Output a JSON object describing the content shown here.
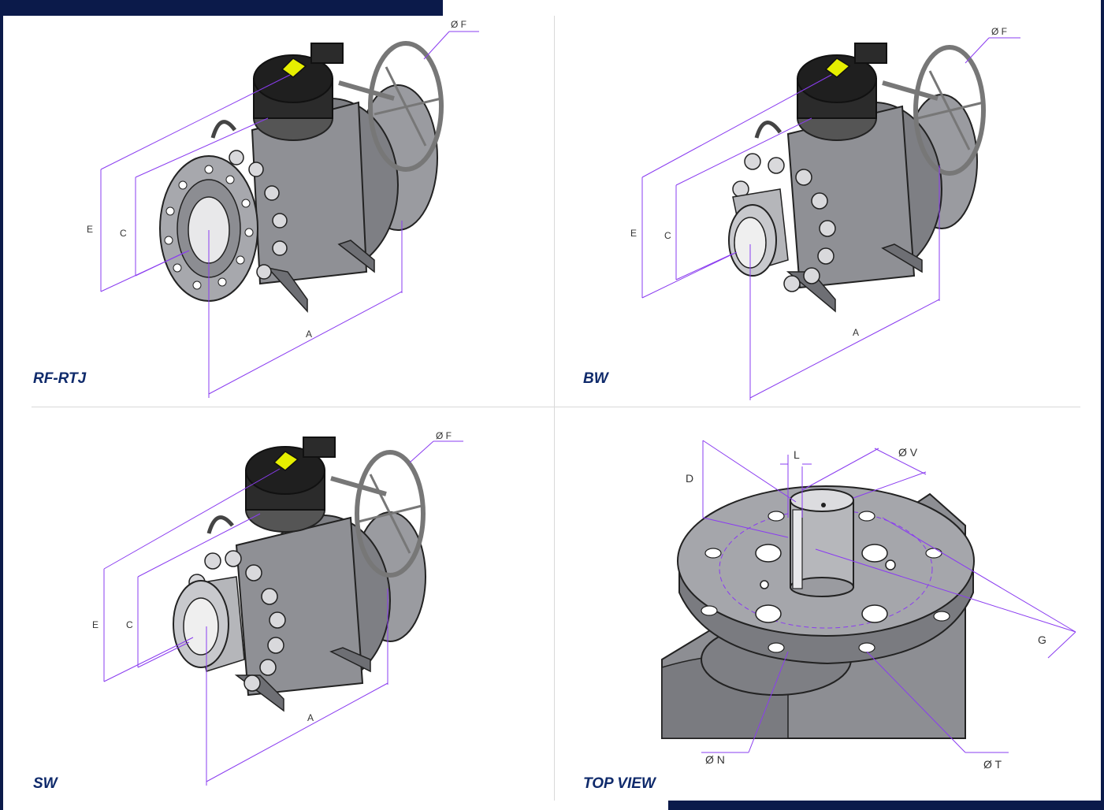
{
  "panels": {
    "rf_rtj": {
      "caption": "RF-RTJ",
      "dims": {
        "E": "E",
        "C": "C",
        "A": "A",
        "F": "Ø F"
      }
    },
    "bw": {
      "caption": "BW",
      "dims": {
        "E": "E",
        "C": "C",
        "A": "A",
        "F": "Ø F"
      }
    },
    "sw": {
      "caption": "SW",
      "dims": {
        "E": "E",
        "C": "C",
        "A": "A",
        "F": "Ø F"
      }
    },
    "top_view": {
      "caption": "TOP VIEW",
      "dims": {
        "D": "D",
        "L": "L",
        "V": "Ø V",
        "G": "G",
        "N": "Ø N",
        "T": "Ø T"
      }
    }
  },
  "colors": {
    "brand_navy": "#0b1a4a",
    "caption": "#0f2a6b",
    "dimension_line": "#8a3cf0",
    "steel": "#8f9095",
    "indicator": "#e6ef00"
  }
}
